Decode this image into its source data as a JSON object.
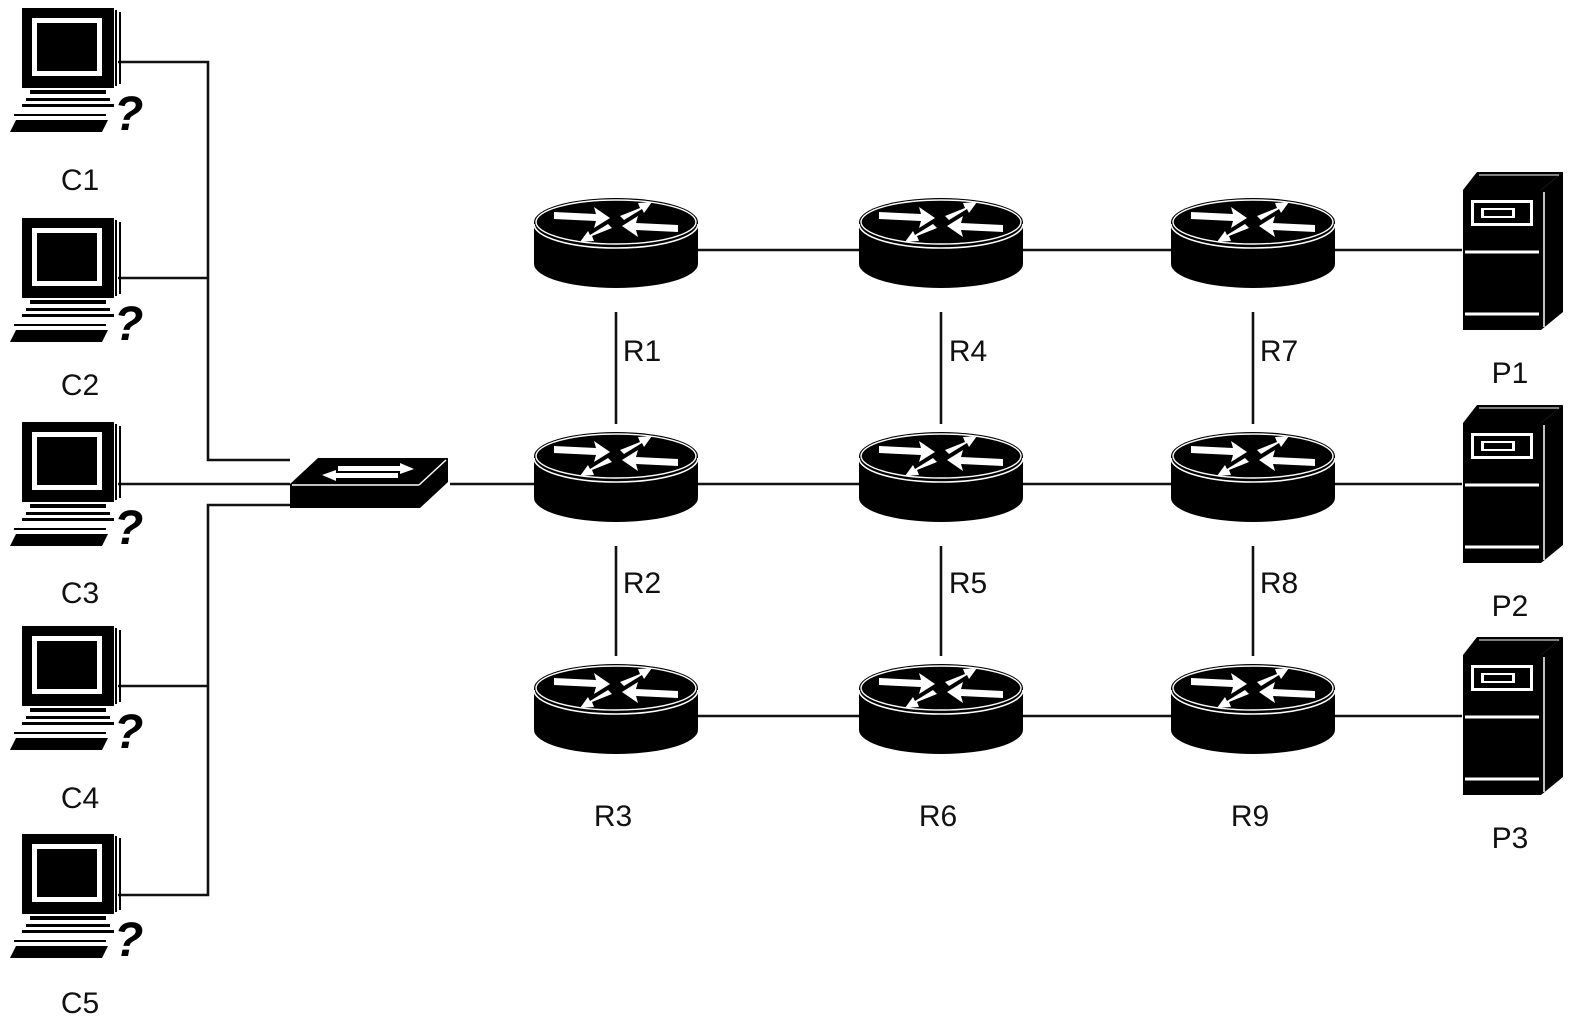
{
  "clients": [
    {
      "id": "c1",
      "label": "C1"
    },
    {
      "id": "c2",
      "label": "C2"
    },
    {
      "id": "c3",
      "label": "C3"
    },
    {
      "id": "c4",
      "label": "C4"
    },
    {
      "id": "c5",
      "label": "C5"
    }
  ],
  "routers": [
    {
      "id": "r1",
      "label": "R1"
    },
    {
      "id": "r2",
      "label": "R2"
    },
    {
      "id": "r3",
      "label": "R3"
    },
    {
      "id": "r4",
      "label": "R4"
    },
    {
      "id": "r5",
      "label": "R5"
    },
    {
      "id": "r6",
      "label": "R6"
    },
    {
      "id": "r7",
      "label": "R7"
    },
    {
      "id": "r8",
      "label": "R8"
    },
    {
      "id": "r9",
      "label": "R9"
    }
  ],
  "servers": [
    {
      "id": "p1",
      "label": "P1"
    },
    {
      "id": "p2",
      "label": "P2"
    },
    {
      "id": "p3",
      "label": "P3"
    }
  ],
  "icons": {
    "client": "workstation-icon",
    "switch": "switch-icon",
    "router": "router-icon",
    "server": "server-icon"
  },
  "colors": {
    "line": "#111111",
    "device": "#000000",
    "background": "#ffffff"
  }
}
